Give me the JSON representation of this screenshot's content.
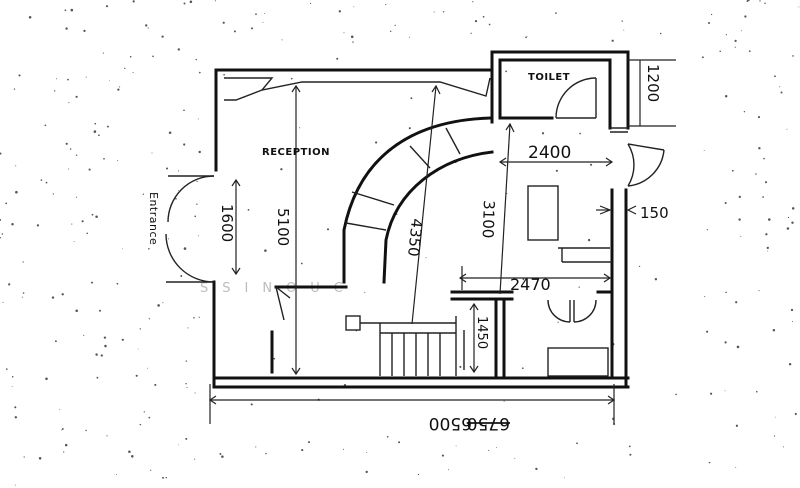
{
  "plan": {
    "rooms": {
      "reception": "RECEPTION",
      "toilet": "TOILET",
      "entrance": "Entrance"
    },
    "dimensions": {
      "entrance_door": "1600",
      "reception_height": "5100",
      "stair_run": "4350",
      "mid_height": "3100",
      "toilet_depth": "1200",
      "top_room_width": "2400",
      "partition_width": "2470",
      "wall_offset": "150",
      "stair_step": "1450",
      "total_width_old": "6750",
      "total_width": "6500"
    },
    "watermark": "SSINOUC"
  }
}
